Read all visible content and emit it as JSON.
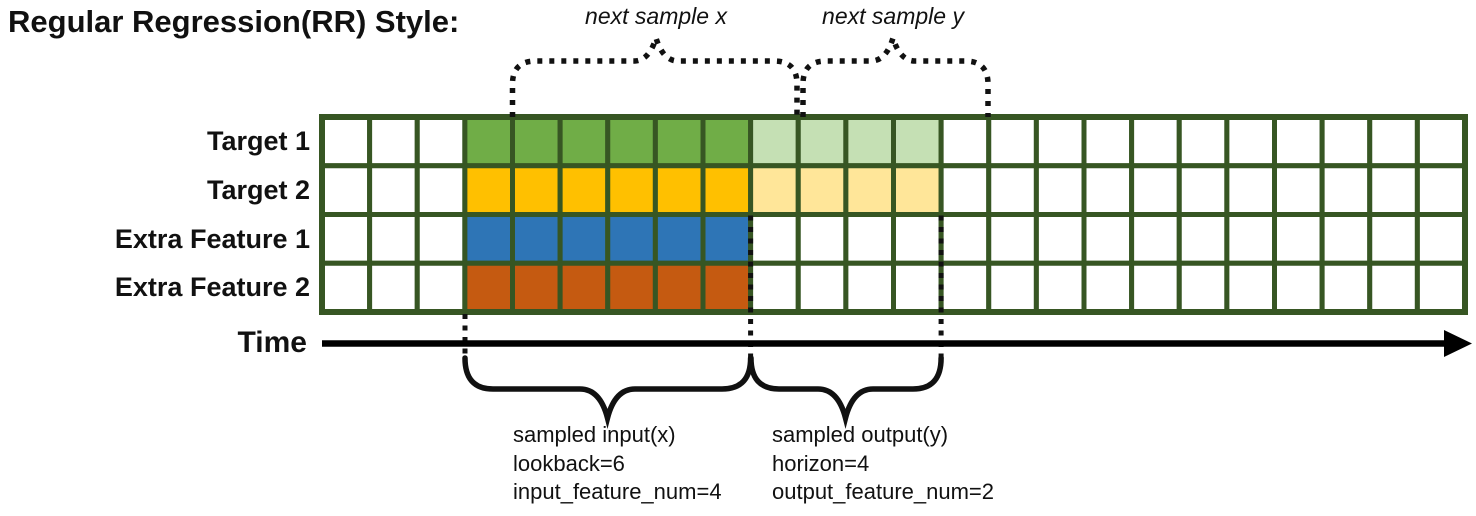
{
  "title": "Regular Regression(RR) Style:",
  "rows": [
    {
      "label": "Target 1",
      "color": "#70AD47",
      "light_color": "#C5E0B4"
    },
    {
      "label": "Target 2",
      "color": "#FFC000",
      "light_color": "#FFE699"
    },
    {
      "label": "Extra Feature 1",
      "color": "#2E75B6",
      "light_color": ""
    },
    {
      "label": "Extra Feature 2",
      "color": "#C55A11",
      "light_color": ""
    }
  ],
  "grid": {
    "total_columns": 24,
    "blank_leading_columns": 3,
    "lookback": 6,
    "horizon": 4,
    "line_color": "#375623",
    "empty_cell_color": "#FFFFFF"
  },
  "annotations": {
    "next_sample_x": "next sample x",
    "next_sample_y": "next sample y",
    "input_lines": [
      "sampled input(x)",
      "lookback=6",
      "input_feature_num=4"
    ],
    "output_lines": [
      "sampled output(y)",
      "horizon=4",
      "output_feature_num=2"
    ]
  },
  "time_axis": {
    "label": "Time",
    "color": "#000000"
  }
}
